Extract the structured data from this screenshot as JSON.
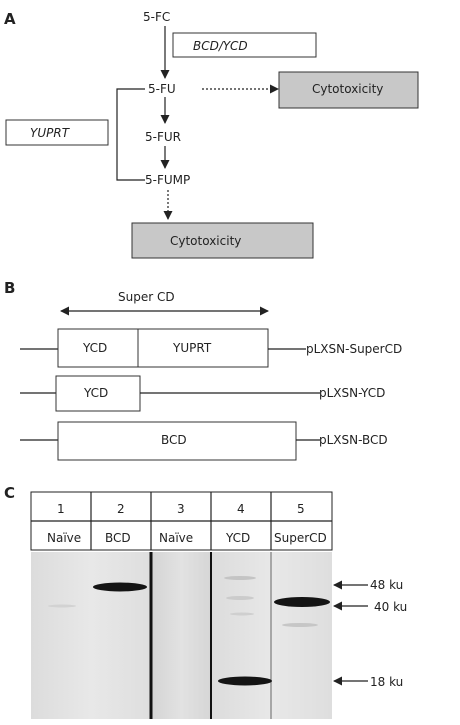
{
  "panelA": {
    "label": "A",
    "n1": "5-FC",
    "n2": "5-FU",
    "n3": "5-FUR",
    "n4": "5-FUMP",
    "enzyme1": "BCD/YCD",
    "enzyme2": "YUPRT",
    "outcome1": "Cytotoxicity",
    "outcome2": "Cytotoxicity"
  },
  "panelB": {
    "label": "B",
    "span_label": "Super CD",
    "constructs": [
      {
        "segments": [
          "YCD",
          "YUPRT"
        ],
        "name": "pLXSN-SuperCD"
      },
      {
        "segments": [
          "YCD"
        ],
        "name": "pLXSN-YCD"
      },
      {
        "segments": [
          "BCD"
        ],
        "name": "pLXSN-BCD"
      }
    ]
  },
  "panelC": {
    "label": "C",
    "lanes": [
      {
        "number": "1",
        "name": "Naïve"
      },
      {
        "number": "2",
        "name": "BCD"
      },
      {
        "number": "3",
        "name": "Naïve"
      },
      {
        "number": "4",
        "name": "YCD"
      },
      {
        "number": "5",
        "name": "SuperCD"
      }
    ],
    "markers": [
      "48 ku",
      "40 ku",
      "18 ku"
    ]
  },
  "colors": {
    "box_fill": "#c8c8c8",
    "line": "#222222",
    "band": "#141414"
  }
}
